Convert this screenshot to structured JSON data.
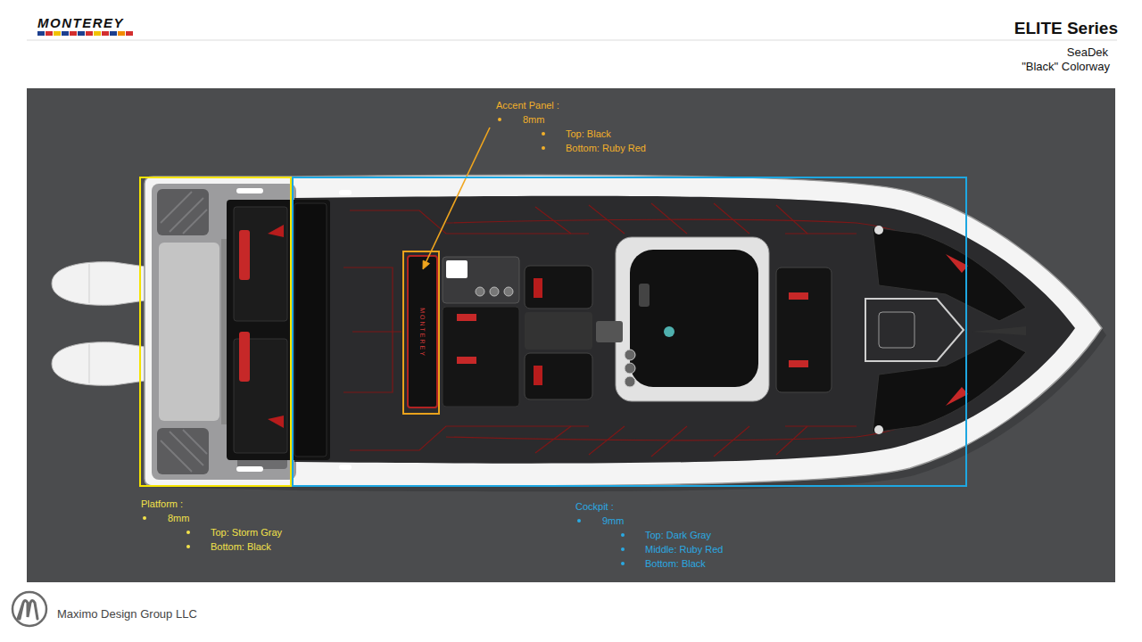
{
  "diagram": {
    "title": "ELITE Series",
    "nodes": [
      {
        "text": [
          "Platform :",
          "8mm",
          "Top: Storm Gray",
          "Bottom: Black"
        ]
      },
      {
        "text": [
          "Cockpit :",
          "9mm",
          "Top: Dark Gray",
          "Middle: Ruby Red",
          "Bottom: Black"
        ]
      },
      {
        "text": [
          "Accent Panel :",
          "8mm",
          "Top: Black",
          "Bottom: Ruby Red"
        ],
        "in": 1
      }
    ],
    "labels": [
      "MONTEREY",
      "SeaDek",
      "\"Black\" Colorway",
      "MONTEREY",
      "Maximo Design Group LLC"
    ]
  }
}
